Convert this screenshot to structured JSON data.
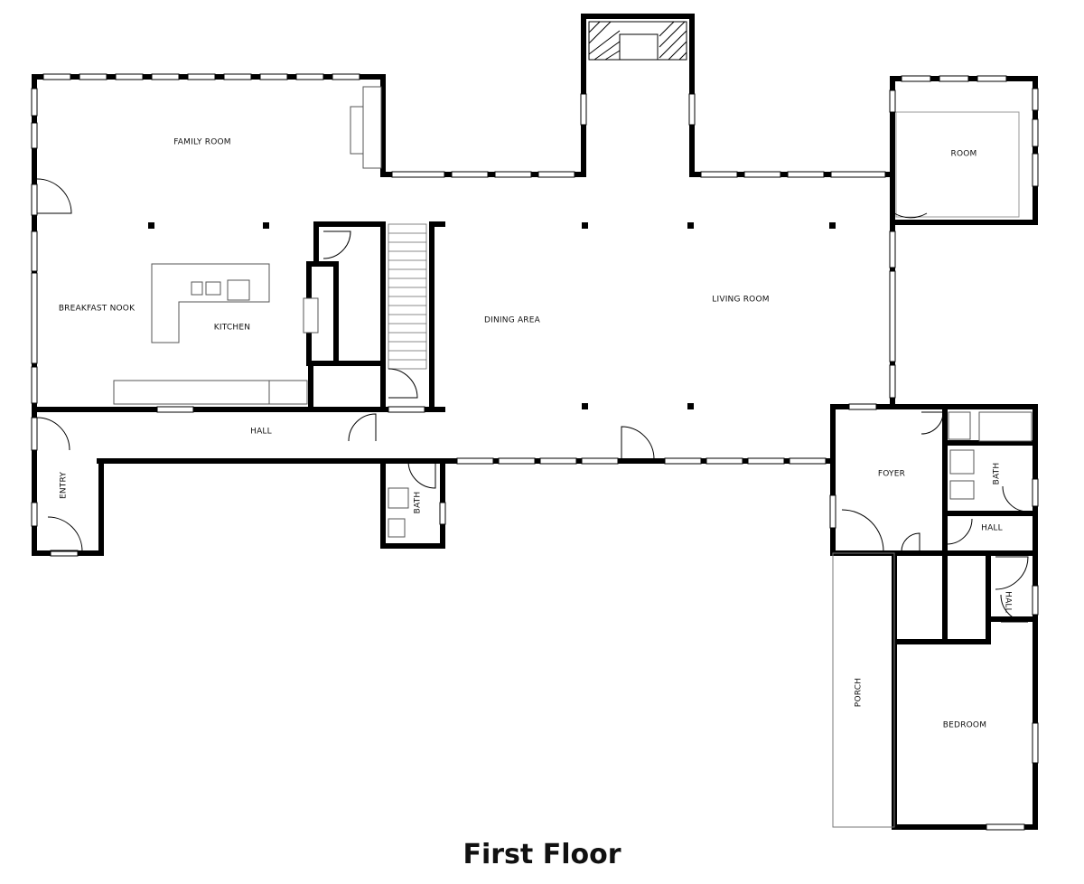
{
  "floor_title": "First Floor",
  "rooms": {
    "family_room": "FAMILY ROOM",
    "breakfast_nook": "BREAKFAST NOOK",
    "kitchen": "KITCHEN",
    "dining_area": "DINING AREA",
    "living_room": "LIVING ROOM",
    "room": "ROOM",
    "hall_main": "HALL",
    "entry": "ENTRY",
    "bath_center": "BATH",
    "foyer": "FOYER",
    "bath_right": "BATH",
    "hall_right": "HALL",
    "hall_small": "HALL",
    "porch": "PORCH",
    "bedroom": "BEDROOM"
  },
  "colors": {
    "wall": "#000000",
    "background": "#ffffff",
    "fixture": "#555555"
  }
}
